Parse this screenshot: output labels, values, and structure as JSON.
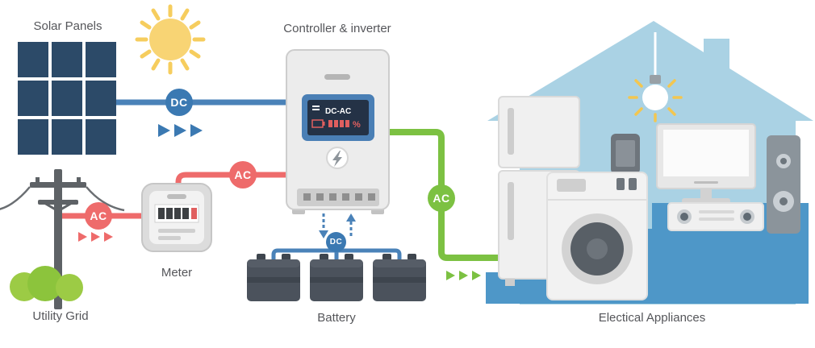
{
  "labels": {
    "solar_panels": "Solar Panels",
    "controller_inverter": "Controller & inverter",
    "meter": "Meter",
    "utility_grid": "Utility Grid",
    "battery": "Battery",
    "electrical_appliances": "Electical Appliances"
  },
  "badges": {
    "dc_solar": "DC",
    "ac_grid_to_meter": "AC",
    "ac_meter_to_controller": "AC",
    "dc_controller_to_battery": "DC",
    "ac_controller_to_house": "AC"
  },
  "controller_display": {
    "mode_label": "DC-AC",
    "percent_symbol": "%"
  },
  "colors": {
    "dc_blue": "#3b79b2",
    "ac_red": "#ee6b6b",
    "ac_green": "#7cc142",
    "panel_navy": "#2c4a68",
    "sun_yellow": "#f8d474",
    "house_blue": "#aad2e4",
    "platform_blue": "#4e97c8",
    "label_gray": "#55565a"
  }
}
